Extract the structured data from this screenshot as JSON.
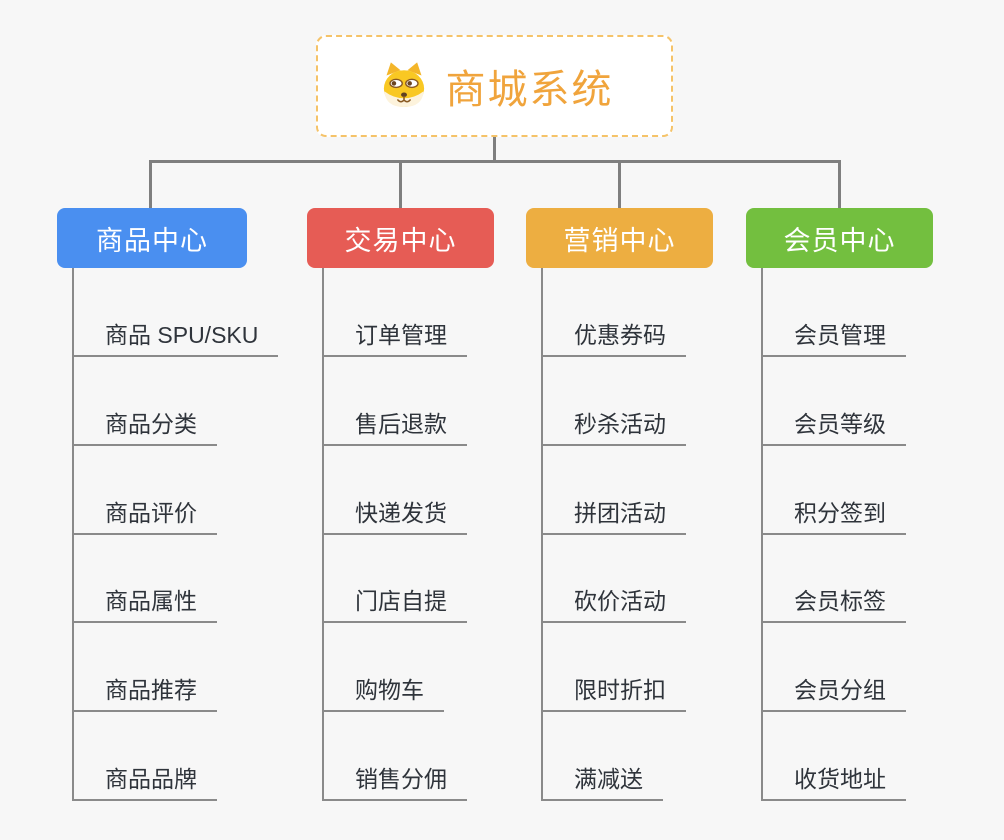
{
  "root": {
    "title": "商城系统",
    "icon": "dog-face-icon"
  },
  "colors": {
    "background": "#F7F7F7",
    "root_border": "#F5C369",
    "root_text": "#F0A43C",
    "connector": "#7F7F7F",
    "item_line": "#8A8A8A",
    "item_text": "#2F343B",
    "branch_product": "#4A8FF0",
    "branch_trade": "#E65C55",
    "branch_marketing": "#EDAE41",
    "branch_member": "#73BF3F"
  },
  "branches": [
    {
      "label": "商品中心",
      "color": "#4A8FF0",
      "children": [
        "商品 SPU/SKU",
        "商品分类",
        "商品评价",
        "商品属性",
        "商品推荐",
        "商品品牌"
      ]
    },
    {
      "label": "交易中心",
      "color": "#E65C55",
      "children": [
        "订单管理",
        "售后退款",
        "快递发货",
        "门店自提",
        "购物车",
        "销售分佣"
      ]
    },
    {
      "label": "营销中心",
      "color": "#EDAE41",
      "children": [
        "优惠券码",
        "秒杀活动",
        "拼团活动",
        "砍价活动",
        "限时折扣",
        "满减送"
      ]
    },
    {
      "label": "会员中心",
      "color": "#73BF3F",
      "children": [
        "会员管理",
        "会员等级",
        "积分签到",
        "会员标签",
        "会员分组",
        "收货地址"
      ]
    }
  ]
}
